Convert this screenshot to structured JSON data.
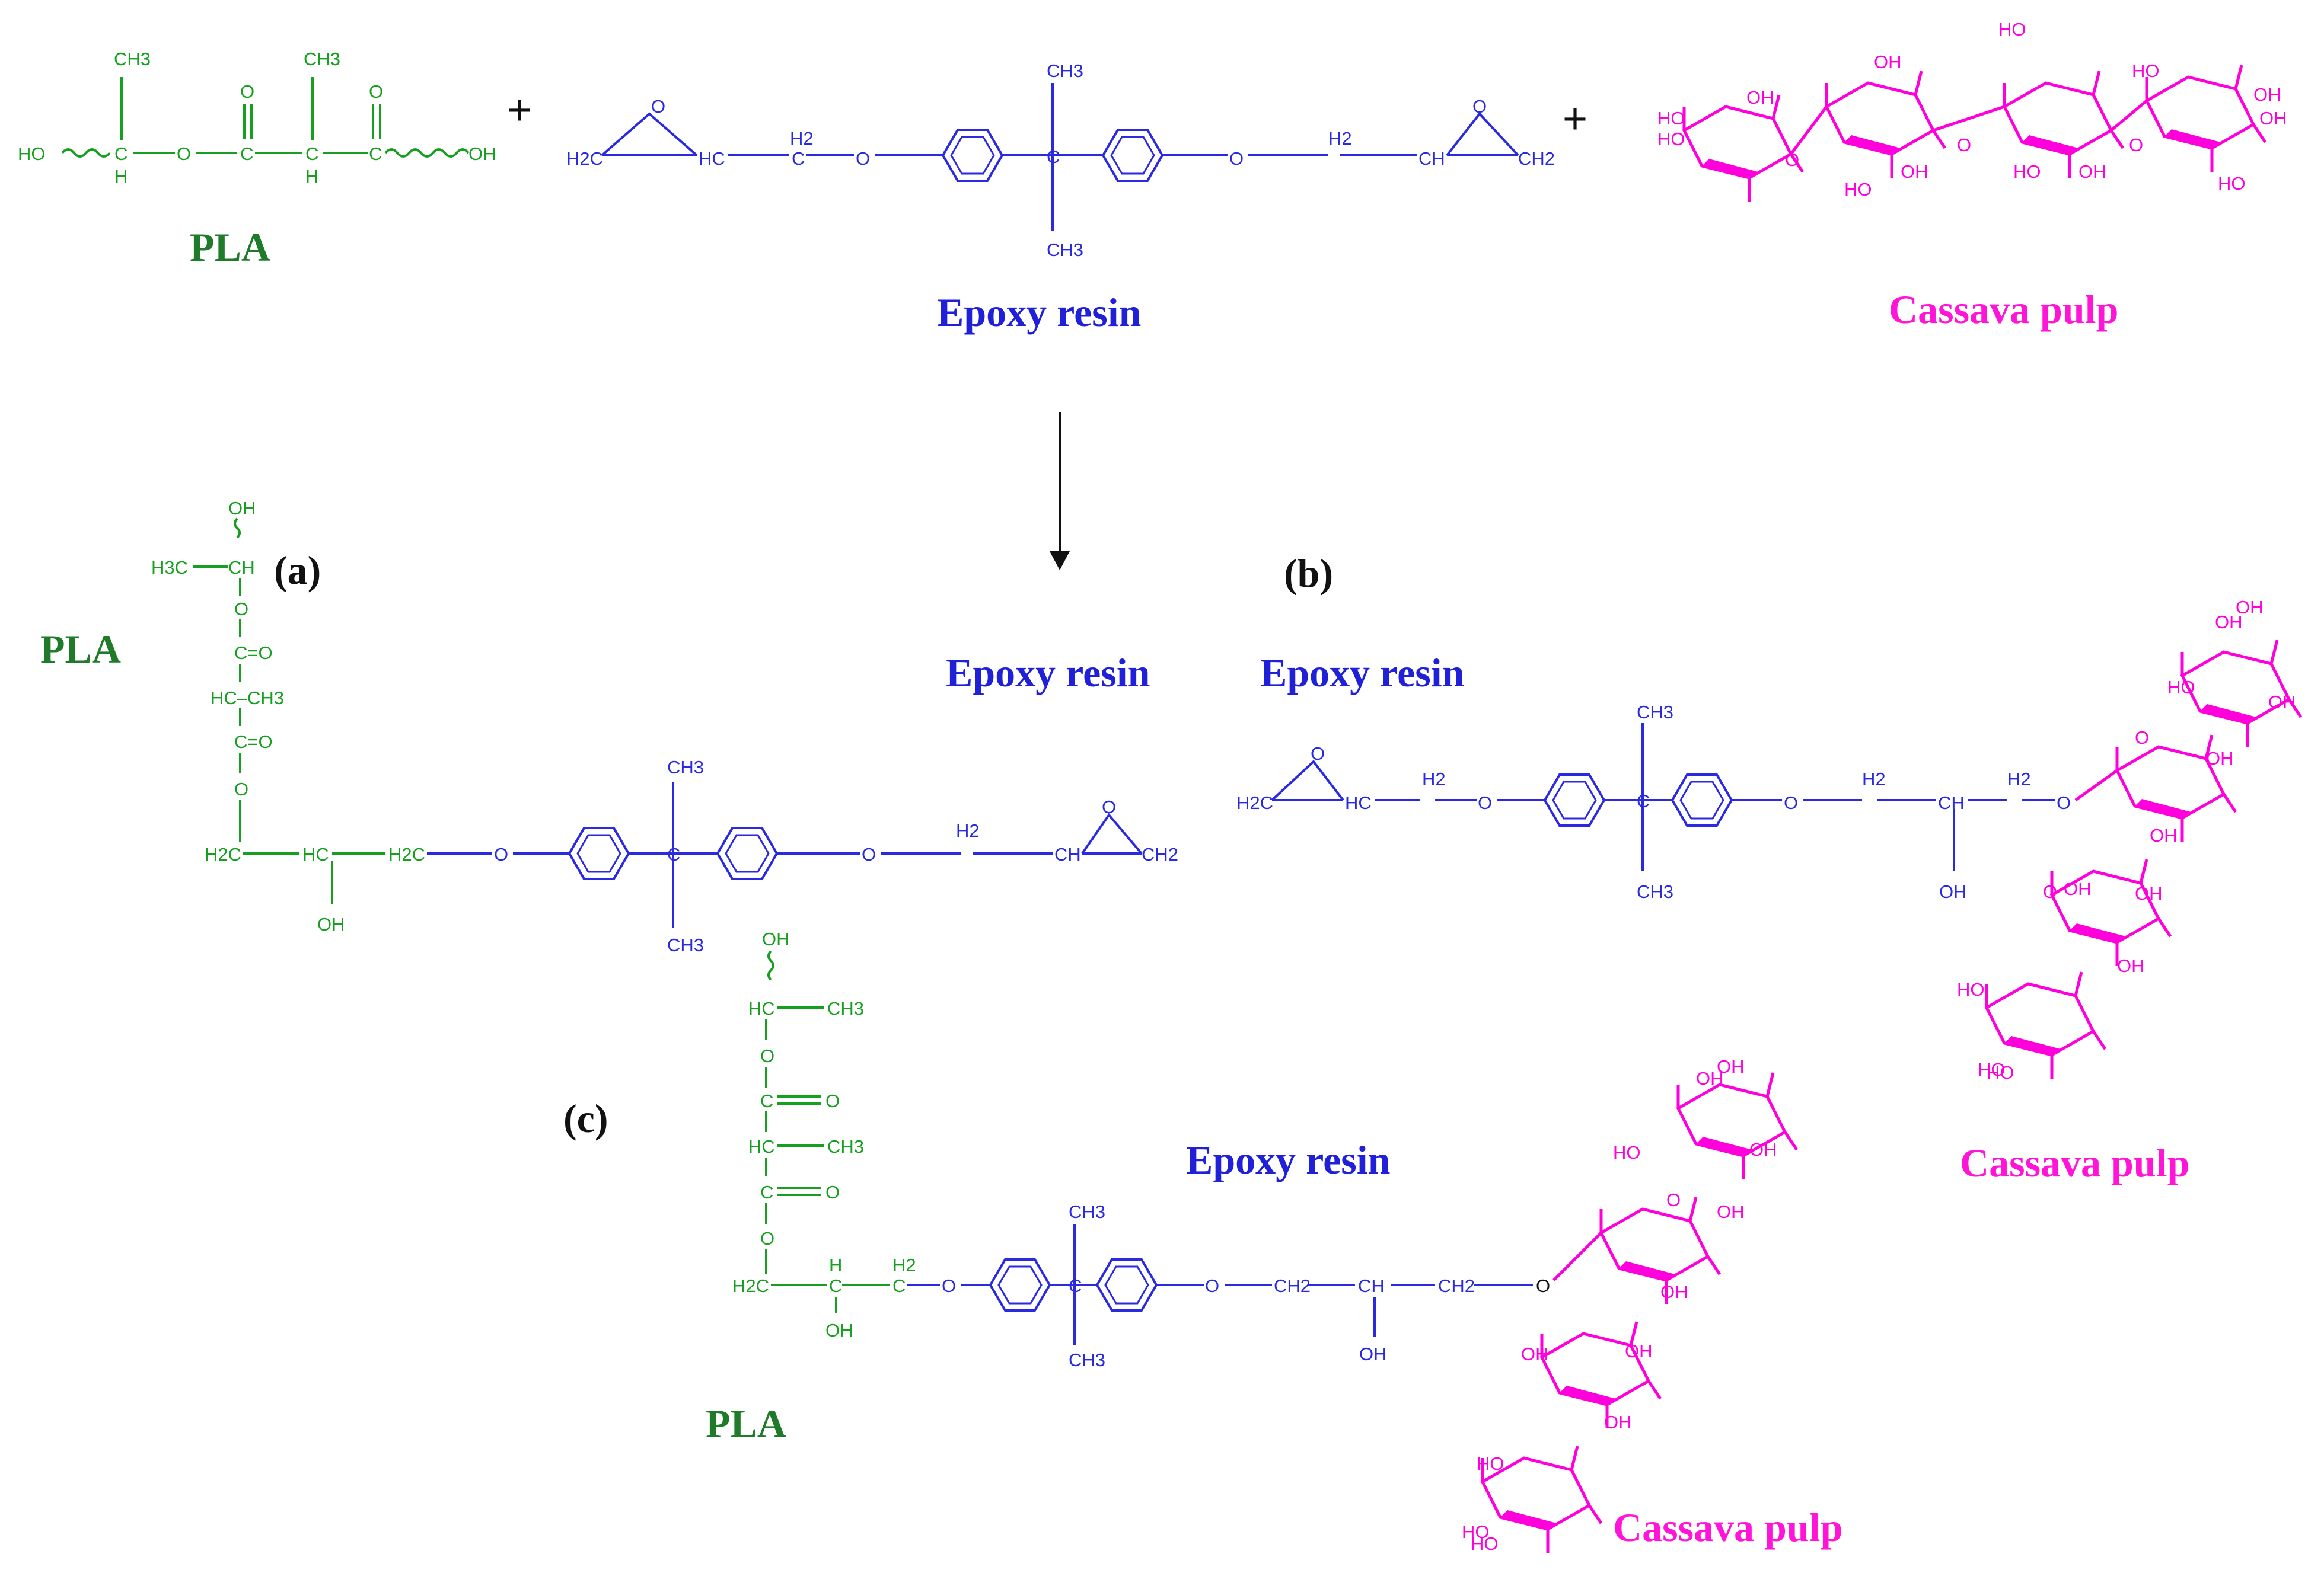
{
  "labels": {
    "pla": "PLA",
    "epoxy": "Epoxy resin",
    "cassava": "Cassava pulp",
    "panel_a": "(a)",
    "panel_b": "(b)",
    "panel_c": "(c)",
    "plus": "+"
  },
  "atoms": {
    "ho": "HO",
    "oh": "OH",
    "o": "O",
    "c": "C",
    "h": "H",
    "ch": "CH",
    "ch3": "CH3",
    "h2": "H2",
    "h2c": "H2C",
    "ch2": "CH2",
    "hc": "HC",
    "h3c": "H3C",
    "c_eq_o": "C=O",
    "hc_ch3": "HC–CH3"
  },
  "colors": {
    "pla": "#1f7a2a",
    "epoxy": "#2020d8",
    "cassava": "#ff14d8",
    "arrow": "#111111"
  }
}
